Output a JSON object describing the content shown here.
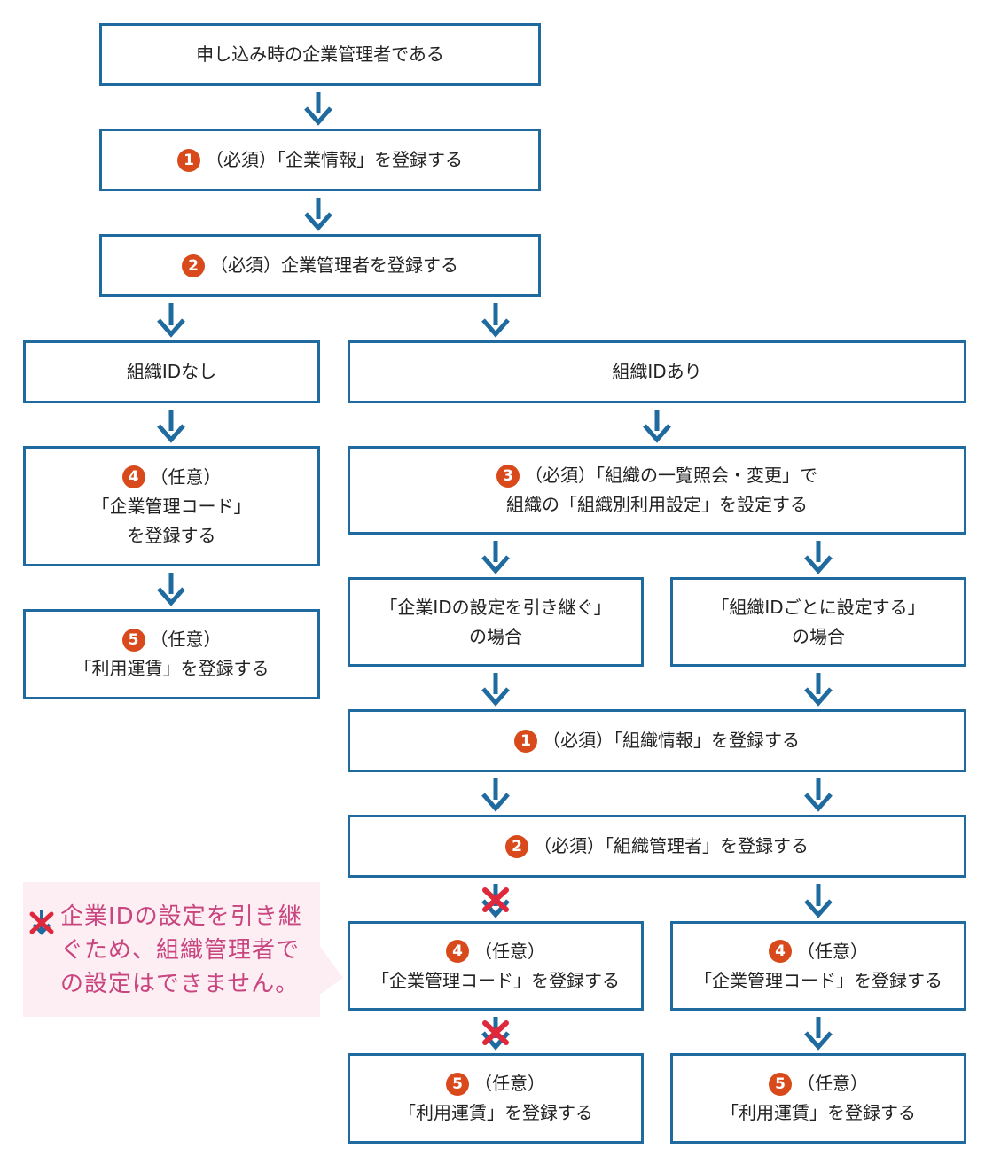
{
  "colors": {
    "border": "#1f6a9e",
    "arrow": "#1f6a9e",
    "badge": "#d84a1b",
    "note_bg": "#fdeef3",
    "note_text": "#c8457f",
    "cross": "#e0283c"
  },
  "nodes": {
    "start": {
      "lines": [
        "申し込み時の企業管理者である"
      ]
    },
    "step1": {
      "badge": "1",
      "lines": [
        "（必須）「企業情報」を登録する"
      ]
    },
    "step2": {
      "badge": "2",
      "lines": [
        "（必須）企業管理者を登録する"
      ]
    },
    "no_org": {
      "lines": [
        "組織IDなし"
      ]
    },
    "has_org": {
      "lines": [
        "組織IDあり"
      ]
    },
    "left_step4": {
      "badge": "4",
      "lines": [
        "（任意）",
        "「企業管理コード」",
        "を登録する"
      ]
    },
    "left_step5": {
      "badge": "5",
      "lines": [
        "（任意）",
        "「利用運賃」を登録する"
      ]
    },
    "org_step3": {
      "badge": "3",
      "lines": [
        "（必須）「組織の一覧照会・変更」で",
        "組織の「組織別利用設定」を設定する"
      ]
    },
    "inherit": {
      "lines": [
        "「企業IDの設定を引き継ぐ」",
        "の場合"
      ]
    },
    "per_org": {
      "lines": [
        "「組織IDごとに設定する」",
        "の場合"
      ]
    },
    "org_step1": {
      "badge": "1",
      "lines": [
        "（必須）「組織情報」を登録する"
      ]
    },
    "org_step2": {
      "badge": "2",
      "lines": [
        "（必須）「組織管理者」を登録する"
      ]
    },
    "inherit_step4": {
      "badge": "4",
      "lines": [
        "（任意）",
        "「企業管理コード」を登録する"
      ]
    },
    "per_step4": {
      "badge": "4",
      "lines": [
        "（任意）",
        "「企業管理コード」を登録する"
      ]
    },
    "inherit_step5": {
      "badge": "5",
      "lines": [
        "（任意）",
        "「利用運賃」を登録する"
      ]
    },
    "per_step5": {
      "badge": "5",
      "lines": [
        "（任意）",
        "「利用運賃」を登録する"
      ]
    }
  },
  "note": {
    "lines": [
      "企業IDの設定を引き継",
      "ぐため、組織管理者で",
      "の設定はできません。"
    ]
  }
}
